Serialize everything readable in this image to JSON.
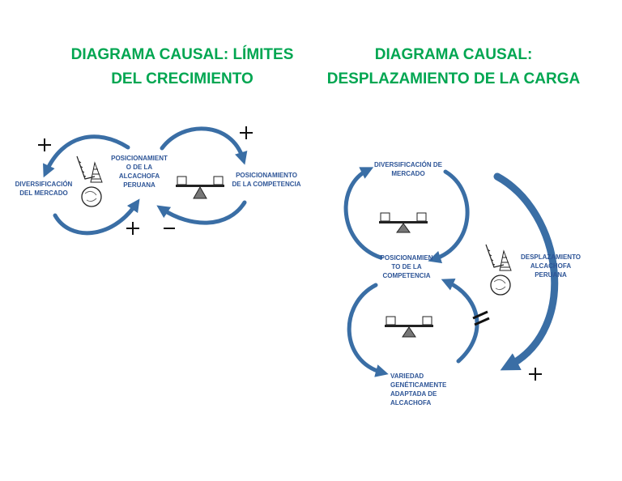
{
  "left_panel": {
    "title_line1": "DIAGRAMA CAUSAL: LÍMITES",
    "title_line2": "DEL CRECIMIENTO",
    "nodes": {
      "diversificacion": "DIVERSIFICACIÓN\nDEL MERCADO",
      "posicionamiento_alcachofa": "POSICIONAMIENT\nO DE LA\nALCACHOFA\nPERUANA",
      "posicionamiento_competencia": "POSICIONAMIENTO\nDE LA COMPETENCIA"
    },
    "signs": {
      "top_left": "+",
      "top_right": "+",
      "bottom_plus": "+",
      "bottom_minus": "—"
    }
  },
  "right_panel": {
    "title_line1": "DIAGRAMA CAUSAL:",
    "title_line2": "DESPLAZAMIENTO DE LA CARGA",
    "nodes": {
      "diversificacion": "DIVERSIFICACIÓN DE\nMERCADO",
      "posicionamiento_competencia": "POSICIONAMIEN\nTO DE LA\nCOMPETENCIA",
      "desplazamiento": "DESPLAZAMIENTO\nALCACHOFA\nPERUANA",
      "variedad": "VARIEDAD\nGENÉTICAMENTE\nADAPTADA DE\nALCACHOFA"
    },
    "signs": {
      "bottom_plus": "+",
      "delay": "//"
    }
  },
  "colors": {
    "title_green": "#00a651",
    "arrow_blue": "#3a6ea5",
    "text_blue": "#2e5597"
  },
  "icons": [
    "balance-icon",
    "snowball-icon"
  ]
}
